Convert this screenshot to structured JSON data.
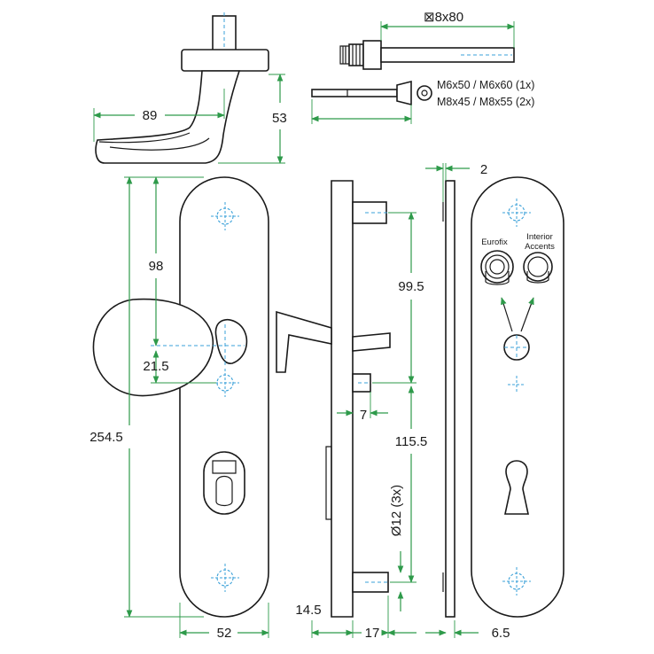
{
  "colors": {
    "dimension_line": "#2e9a4a",
    "outline": "#1a1a1a",
    "hole_marker": "#3aa0d8"
  },
  "dimensions": {
    "square_spindle": "⊠8x80",
    "lever_length": "89",
    "lever_height": "53",
    "plate_height": "254.5",
    "spindle_offset_top": "98",
    "knob_offset": "21.5",
    "plate_width": "52",
    "side_top_distance": "99.5",
    "screw_protrusion": "7",
    "side_bottom_distance": "115.5",
    "boss_diameter": "Ø12 (3x)",
    "total_depth": "14.5",
    "side_depth": "17",
    "inner_plate_thickness": "2",
    "inner_depth": "6.5"
  },
  "screws": {
    "line1": "M6x50 / M6x60 (1x)",
    "line2": "M8x45 / M8x55 (2x)"
  },
  "accessories": {
    "eurofix": "Eurofix",
    "interior_accents_line1": "Interior",
    "interior_accents_line2": "Accents"
  }
}
